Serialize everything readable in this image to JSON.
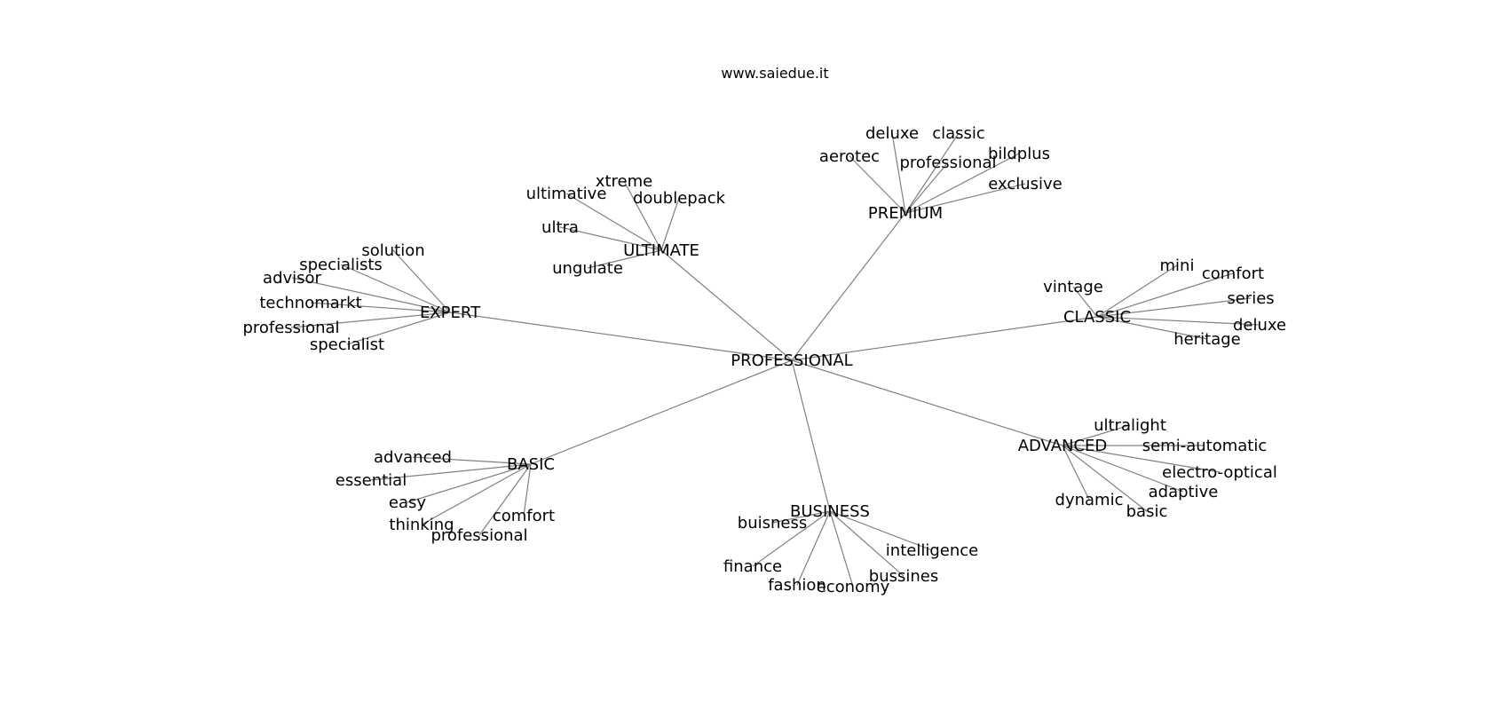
{
  "title": "www.saiedue.it",
  "root": "PROFESSIONAL",
  "groups": [
    {
      "name": "PREMIUM",
      "children": [
        "deluxe",
        "classic",
        "aerotec",
        "professional",
        "bildplus",
        "exclusive"
      ]
    },
    {
      "name": "ULTIMATE",
      "children": [
        "xtreme",
        "ultimative",
        "doublepack",
        "ultra",
        "ungulate"
      ]
    },
    {
      "name": "EXPERT",
      "children": [
        "solution",
        "specialists",
        "advisor",
        "technomarkt",
        "professional",
        "specialist"
      ]
    },
    {
      "name": "CLASSIC",
      "children": [
        "mini",
        "comfort",
        "vintage",
        "series",
        "deluxe",
        "heritage"
      ]
    },
    {
      "name": "ADVANCED",
      "children": [
        "ultralight",
        "semi-automatic",
        "electro-optical",
        "adaptive",
        "dynamic",
        "basic"
      ]
    },
    {
      "name": "BASIC",
      "children": [
        "advanced",
        "essential",
        "easy",
        "comfort",
        "thinking",
        "professional"
      ]
    },
    {
      "name": "BUSINESS",
      "children": [
        "buisness",
        "intelligence",
        "finance",
        "bussines",
        "fashion",
        "economy"
      ]
    }
  ]
}
